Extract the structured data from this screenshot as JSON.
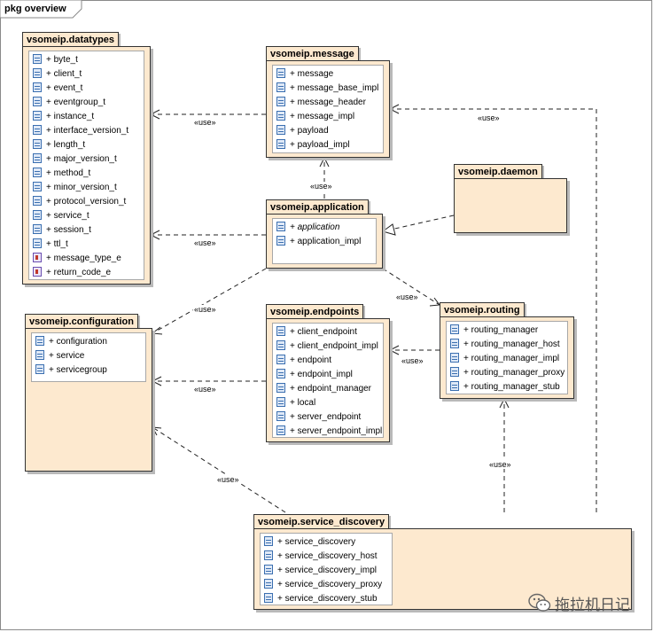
{
  "frame": {
    "label": "pkg overview"
  },
  "packages": {
    "datatypes": {
      "name": "vsomeip.datatypes",
      "items": [
        "+ byte_t",
        "+ client_t",
        "+ event_t",
        "+ eventgroup_t",
        "+ instance_t",
        "+ interface_version_t",
        "+ length_t",
        "+ major_version_t",
        "+ method_t",
        "+ minor_version_t",
        "+ protocol_version_t",
        "+ service_t",
        "+ session_t",
        "+ ttl_t",
        "+ message_type_e",
        "+ return_code_e"
      ]
    },
    "message": {
      "name": "vsomeip.message",
      "items": [
        "+ message",
        "+ message_base_impl",
        "+ message_header",
        "+ message_impl",
        "+ payload",
        "+ payload_impl"
      ]
    },
    "daemon": {
      "name": "vsomeip.daemon",
      "items": []
    },
    "application": {
      "name": "vsomeip.application",
      "items": [
        "+ application",
        "+ application_impl"
      ]
    },
    "configuration": {
      "name": "vsomeip.configuration",
      "items": [
        "+ configuration",
        "+ service",
        "+ servicegroup"
      ]
    },
    "endpoints": {
      "name": "vsomeip.endpoints",
      "items": [
        "+ client_endpoint",
        "+ client_endpoint_impl",
        "+ endpoint",
        "+ endpoint_impl",
        "+ endpoint_manager",
        "+ local",
        "+ server_endpoint",
        "+ server_endpoint_impl"
      ]
    },
    "routing": {
      "name": "vsomeip.routing",
      "items": [
        "+ routing_manager",
        "+ routing_manager_host",
        "+ routing_manager_impl",
        "+ routing_manager_proxy",
        "+ routing_manager_stub"
      ]
    },
    "service_discovery": {
      "name": "vsomeip.service_discovery",
      "items": [
        "+ service_discovery",
        "+ service_discovery_host",
        "+ service_discovery_impl",
        "+ service_discovery_proxy",
        "+ service_discovery_stub"
      ]
    }
  },
  "use_label": "«use»",
  "watermark": {
    "text": "拖拉机日记",
    "icon": "wechat-icon"
  },
  "colors": {
    "package_fill": "#fde9cf",
    "border": "#333333",
    "icon": "#3b6fb0"
  }
}
